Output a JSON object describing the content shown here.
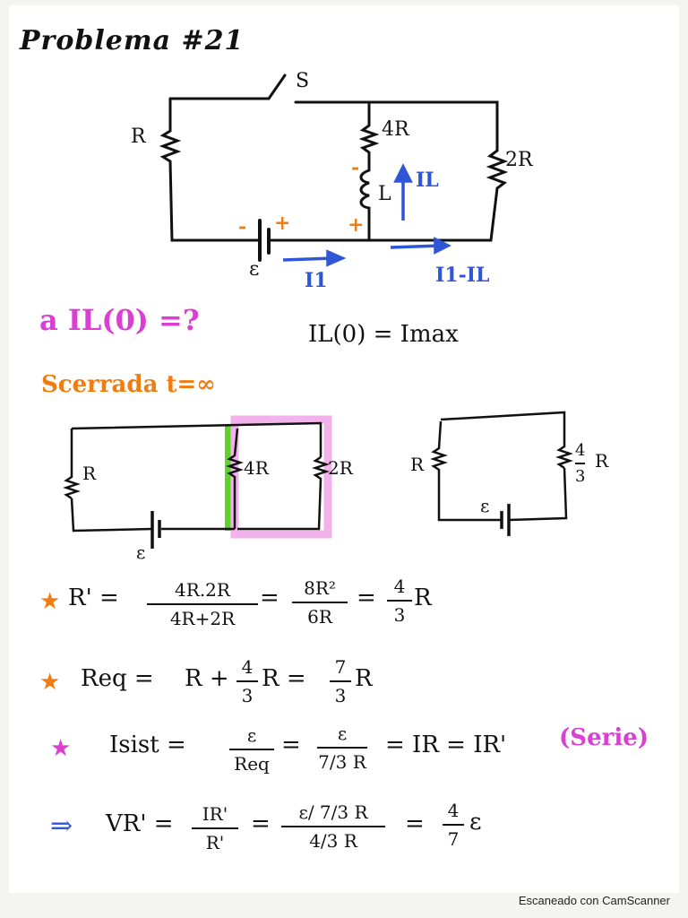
{
  "title": "Problema #21",
  "circuit1": {
    "switch": "S",
    "r_left": "R",
    "r_4r": "4R",
    "r_2r": "2R",
    "inductor": "L",
    "emf": "ε",
    "minus1": "-",
    "plus1": "+",
    "minus2": "-",
    "plus2": "+",
    "i_l": "IL",
    "i_1": "I1",
    "i_diff": "I1-IL"
  },
  "part_a": {
    "label": "a IL(0) =?",
    "answer": "IL(0) = Imax"
  },
  "section": {
    "label": "Scerrada t=∞"
  },
  "circuit2": {
    "r_left": "R",
    "r_4r": "4R",
    "r_2r": "2R",
    "emf": "ε"
  },
  "circuit3": {
    "r_left": "R",
    "r_eq_num": "4",
    "r_eq_den": "3",
    "r_eq_unit": "R",
    "emf": "ε"
  },
  "eq1": {
    "lhs": "R' =",
    "f1_num": "4R.2R",
    "f1_den": "4R+2R",
    "eq_a": "=",
    "f2_num": "8R²",
    "f2_den": "6R",
    "eq_b": "=",
    "f3_num": "4",
    "f3_den": "3",
    "f3_unit": "R"
  },
  "eq2": {
    "lhs": "Req =",
    "r": "R +",
    "f1_num": "4",
    "f1_den": "3",
    "f1_unit": "R =",
    "f2_num": "7",
    "f2_den": "3",
    "f2_unit": "R"
  },
  "eq3": {
    "lhs": "Isist =",
    "f1_num": "ε",
    "f1_den": "Req",
    "eq_a": "=",
    "f2_num": "ε",
    "f2_den_num": "7",
    "f2_den_den": "3",
    "f2_den_unit": "R",
    "rhs": "= IR = IR'",
    "note": "(Serie)"
  },
  "eq4": {
    "arrow": "⇒",
    "lhs": "VR' =",
    "f1_num": "IR'",
    "f1_den": "R'",
    "eq_a": "=",
    "f2_num": "ε/ 7/3 R",
    "f2_den": "4/3 R",
    "eq_b": "=",
    "f3_num": "4",
    "f3_den": "7",
    "f3_unit": "ε"
  },
  "footer": "Escaneado con CamScanner",
  "colors": {
    "orange": "#f07d12",
    "magenta": "#d93fd2",
    "blue": "#2f56d6",
    "green": "#5fd32a",
    "pink": "#f2b3ec"
  }
}
